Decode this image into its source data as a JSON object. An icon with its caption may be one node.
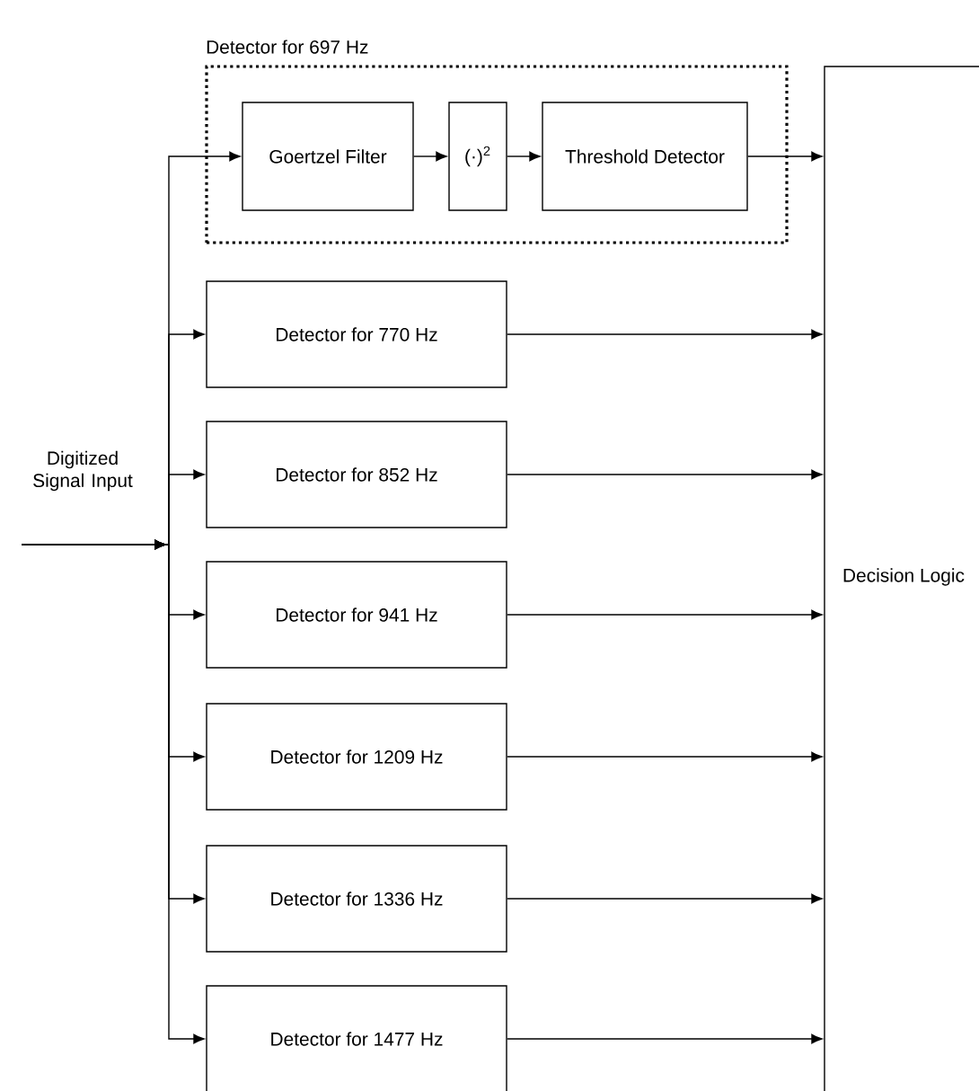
{
  "diagram": {
    "nodes": [
      {
        "text": [
          "Detector for 697 Hz"
        ]
      },
      {
        "text": [
          "Goertzel Filter"
        ],
        "in": 0
      },
      {
        "text": [
          "(·)$^{2}$"
        ],
        "in": 0
      },
      {
        "text": [
          "Threshold Detector"
        ],
        "in": 0
      },
      {
        "text": [
          "Detector for 770 Hz"
        ]
      },
      {
        "text": [
          "Detector for 852 Hz"
        ]
      },
      {
        "text": [
          "Detector for 941 Hz"
        ]
      },
      {
        "text": [
          "Detector for 1209 Hz"
        ]
      },
      {
        "text": [
          "Detector for 1336 Hz"
        ]
      },
      {
        "text": [
          "Detector for 1477 Hz"
        ]
      },
      {
        "text": [
          "Decision Logic"
        ]
      }
    ],
    "edges": [
      {
        "from": null,
        "to": 1,
        "arrow": "to"
      },
      {
        "from": 1,
        "to": 2,
        "arrow": "to"
      },
      {
        "from": 2,
        "to": 3,
        "arrow": "to"
      },
      {
        "from": 3,
        "to": 10,
        "arrow": "to"
      },
      {
        "from": null,
        "to": 4,
        "arrow": "to"
      },
      {
        "from": null,
        "to": 5,
        "arrow": "to"
      },
      {
        "from": null,
        "to": 6,
        "arrow": "to"
      },
      {
        "from": null,
        "to": 7,
        "arrow": "to"
      },
      {
        "from": null,
        "to": 8,
        "arrow": "to"
      },
      {
        "from": null,
        "to": 9,
        "arrow": "to"
      },
      {
        "from": 4,
        "to": 10,
        "arrow": "to"
      },
      {
        "from": 5,
        "to": 10,
        "arrow": "to"
      },
      {
        "from": 6,
        "to": 10,
        "arrow": "to"
      },
      {
        "from": 7,
        "to": 10,
        "arrow": "to"
      },
      {
        "from": 8,
        "to": 10,
        "arrow": "to"
      },
      {
        "from": 9,
        "to": 10,
        "arrow": "to"
      }
    ],
    "labels": [
      "Digitized Signal Input"
    ]
  }
}
